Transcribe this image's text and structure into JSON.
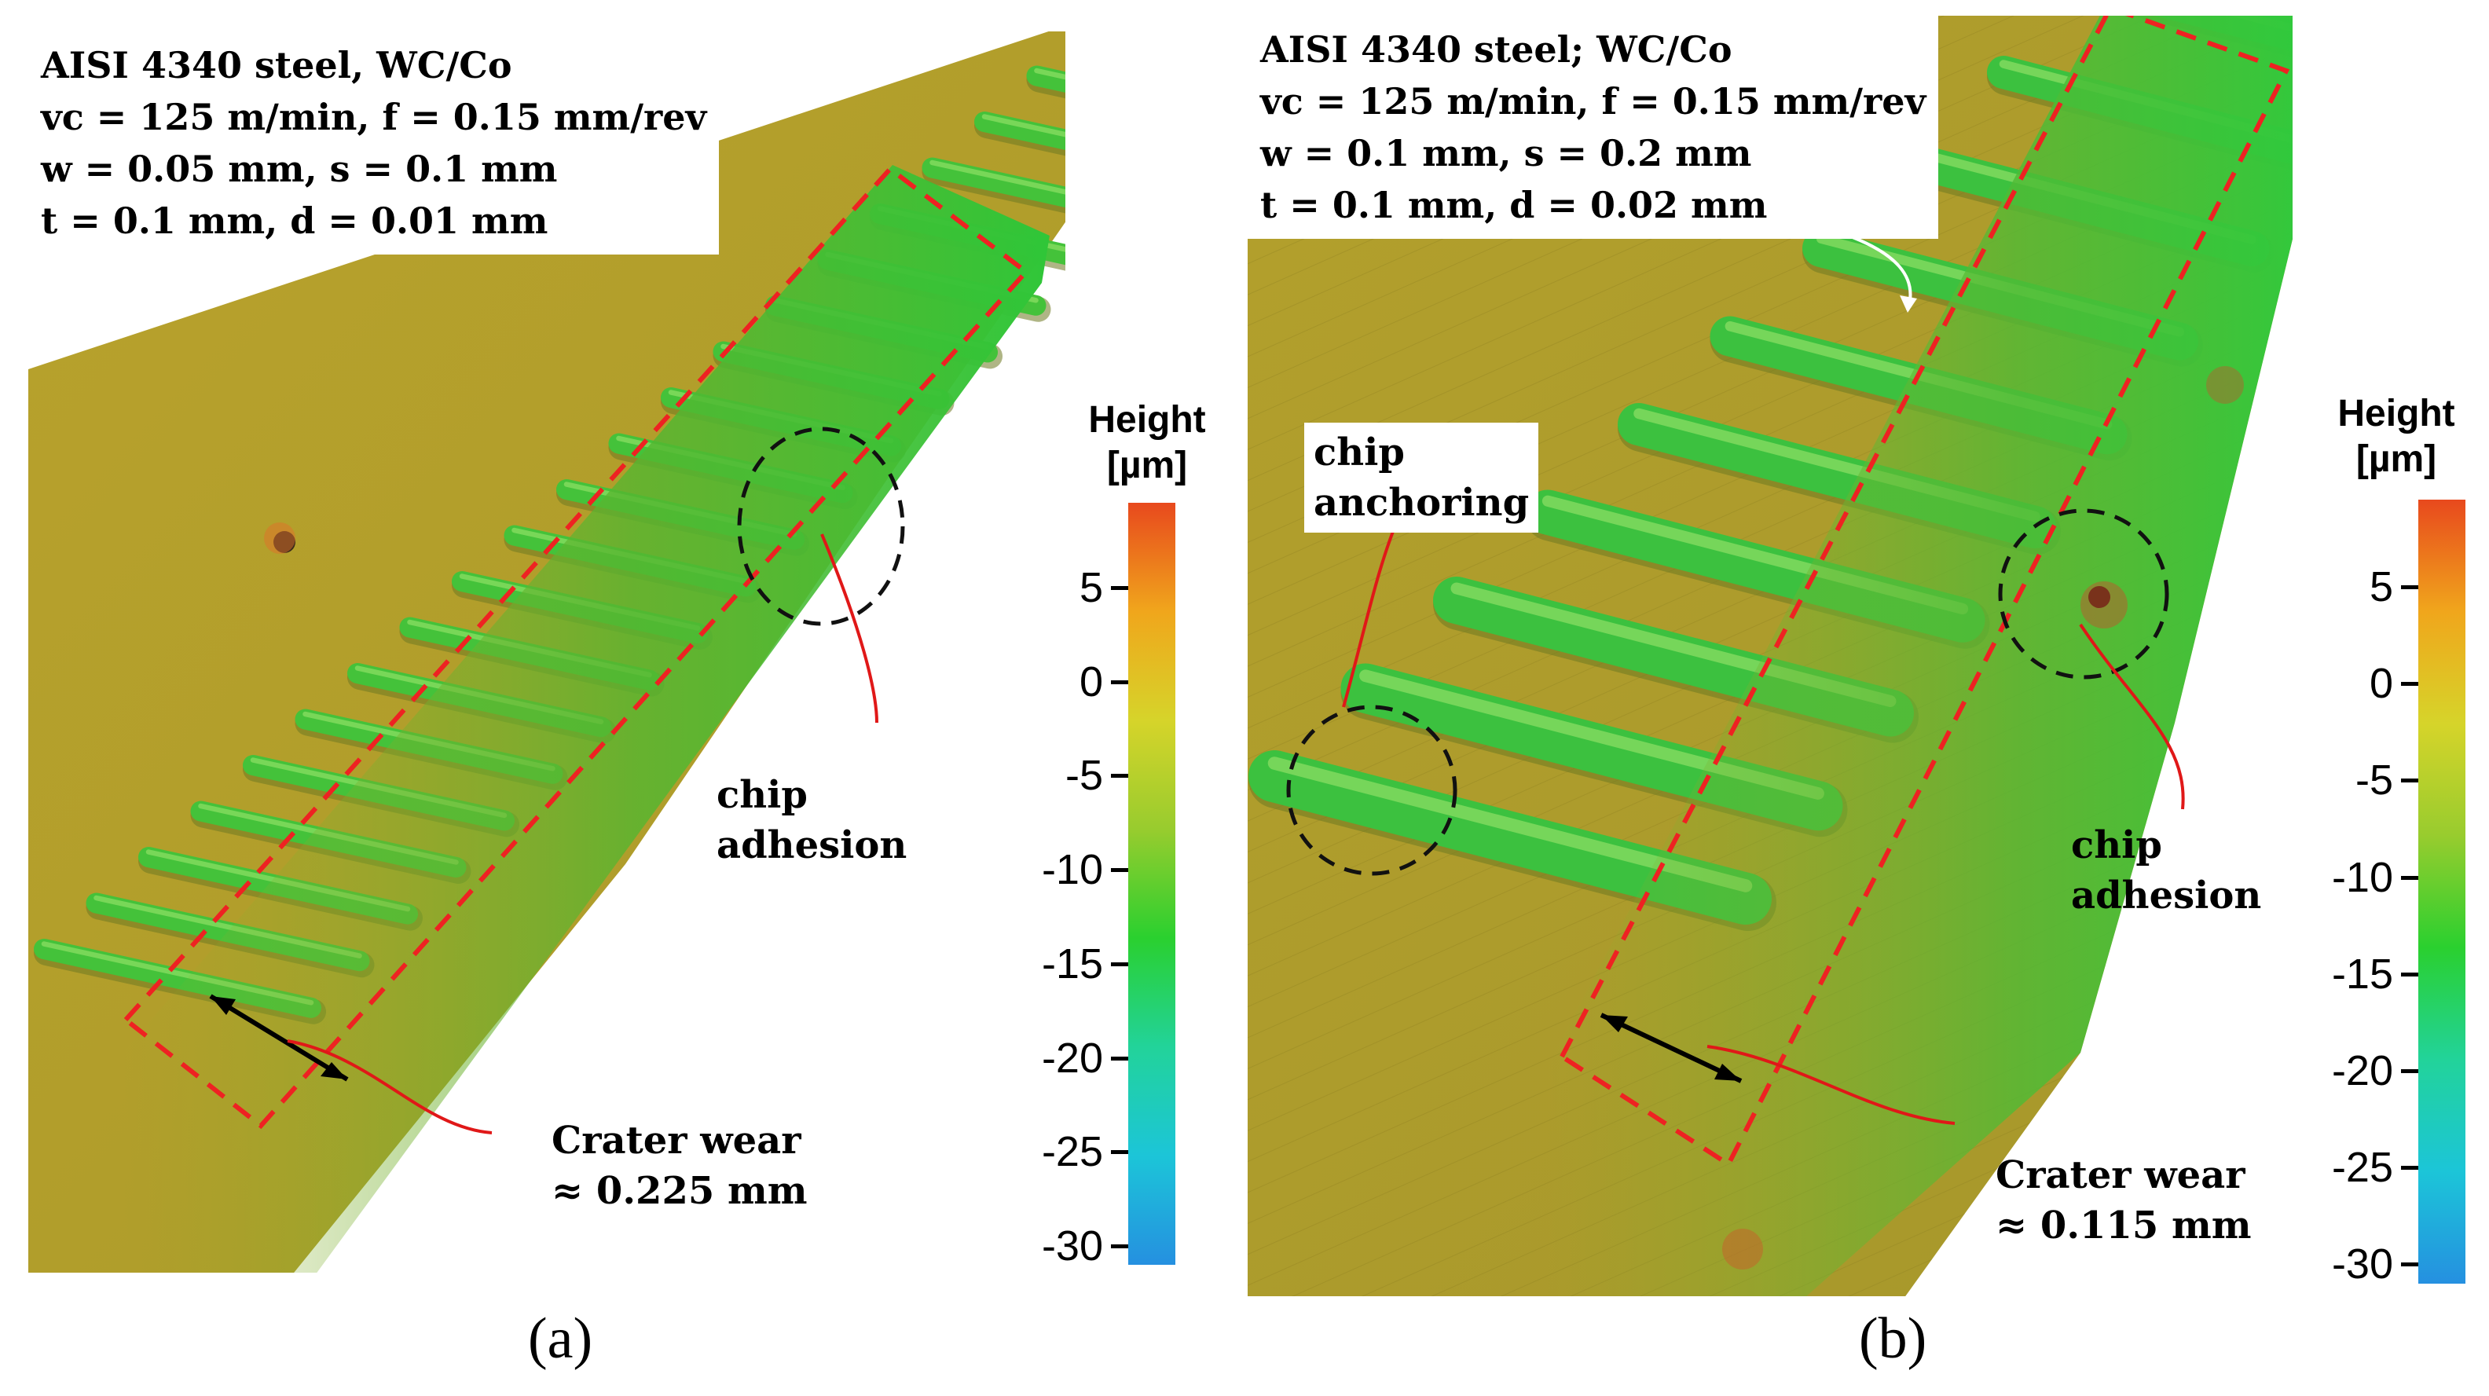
{
  "panels": {
    "a": {
      "caption": "(a)",
      "info": [
        "AISI 4340 steel, WC/Co",
        "vc = 125 m/min, f = 0.15 mm/rev",
        "w = 0.05 mm, s = 0.1 mm",
        "t = 0.1 mm, d = 0.01 mm"
      ],
      "labels": {
        "chip_adhesion": [
          "chip",
          "adhesion"
        ],
        "crater_wear": [
          "Crater wear",
          "≈ 0.225 mm"
        ]
      }
    },
    "b": {
      "caption": "(b)",
      "info": [
        "AISI 4340 steel; WC/Co",
        "vc = 125 m/min, f = 0.15 mm/rev",
        "w = 0.1 mm, s = 0.2 mm",
        "t = 0.1 mm, d = 0.02 mm"
      ],
      "labels": {
        "chip_anchoring": [
          "chip",
          "anchoring"
        ],
        "chip_adhesion": [
          "chip",
          "adhesion"
        ],
        "crater_wear": [
          "Crater wear",
          "≈ 0.115 mm"
        ]
      }
    }
  },
  "colorbar": {
    "title": [
      "Height",
      "[µm]"
    ],
    "ticks": [
      "5",
      "0",
      "-5",
      "-10",
      "-15",
      "-20",
      "-25",
      "-30"
    ],
    "range": [
      -31,
      9.5
    ],
    "tick_values": [
      5,
      0,
      -5,
      -10,
      -15,
      -20,
      -25,
      -30
    ],
    "colors": [
      "#e8491d",
      "#f0a61c",
      "#d6d42a",
      "#98cc2e",
      "#2ad02f",
      "#22d39a",
      "#1cc5d8",
      "#2590e0"
    ]
  },
  "colors": {
    "surface": "#b7a12b",
    "groove": "#3fc23f",
    "dashed_box": "#ee2222",
    "dashed_circle": "#111111",
    "leader": "#e01818"
  }
}
